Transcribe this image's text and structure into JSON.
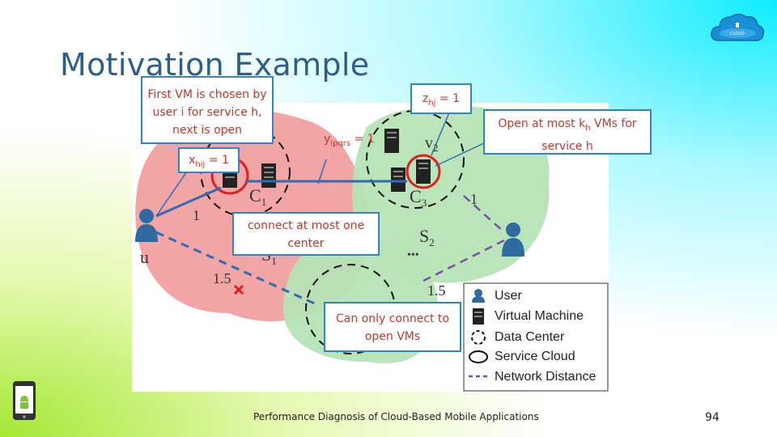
{
  "slide": {
    "title": "Motivation Example",
    "footer": "Performance Diagnosis of Cloud-Based Mobile Applications",
    "page_number": "94"
  },
  "callouts": {
    "first_vm": "First VM is chosen by user i for service h, next is open",
    "z_var": "z",
    "z_sub": "hj",
    "z_eq": " = 1",
    "y_var": "y",
    "y_sub": "ipqrs",
    "y_eq": " = 1",
    "x_var": "x",
    "x_sub": "hij",
    "x_eq": " = 1",
    "open_at_most_a": "Open at most k",
    "open_at_most_sub": "h",
    "open_at_most_b": " VMs for service h",
    "connect_at_most": "connect at most one center",
    "connect_open": "Can only connect to open VMs"
  },
  "diagram": {
    "labels": {
      "c1": "C",
      "c1_sub": "1",
      "c3": "C",
      "c3_sub": "3",
      "v2": "v",
      "v2_sub": "2",
      "s1": "S",
      "s1_sub": "1",
      "s2": "S",
      "s2_sub": "2",
      "u": "u",
      "dist_1_left": "1",
      "dist_1_right": "1",
      "dist_1_5_left": "1.5",
      "dist_1_5_right": "1.5",
      "ellipsis": "•••"
    },
    "legend": {
      "items": [
        "User",
        "Virtual Machine",
        "Data Center",
        "Service Cloud",
        "Network Distance"
      ]
    },
    "colors": {
      "cloud_red": "#f29a9a",
      "cloud_green": "#b6e3b6",
      "highlight_circle": "#e02020",
      "callout_border": "#2e86c9",
      "callout_text": "#c0392b",
      "connection": "#2d6db5",
      "distance_line": "#7a4fa8",
      "user_blue": "#2f6aa0",
      "cross": "#e02020"
    }
  },
  "icons": {
    "cloud_logo": "cloud-logo-icon",
    "phone": "android-phone-icon"
  }
}
